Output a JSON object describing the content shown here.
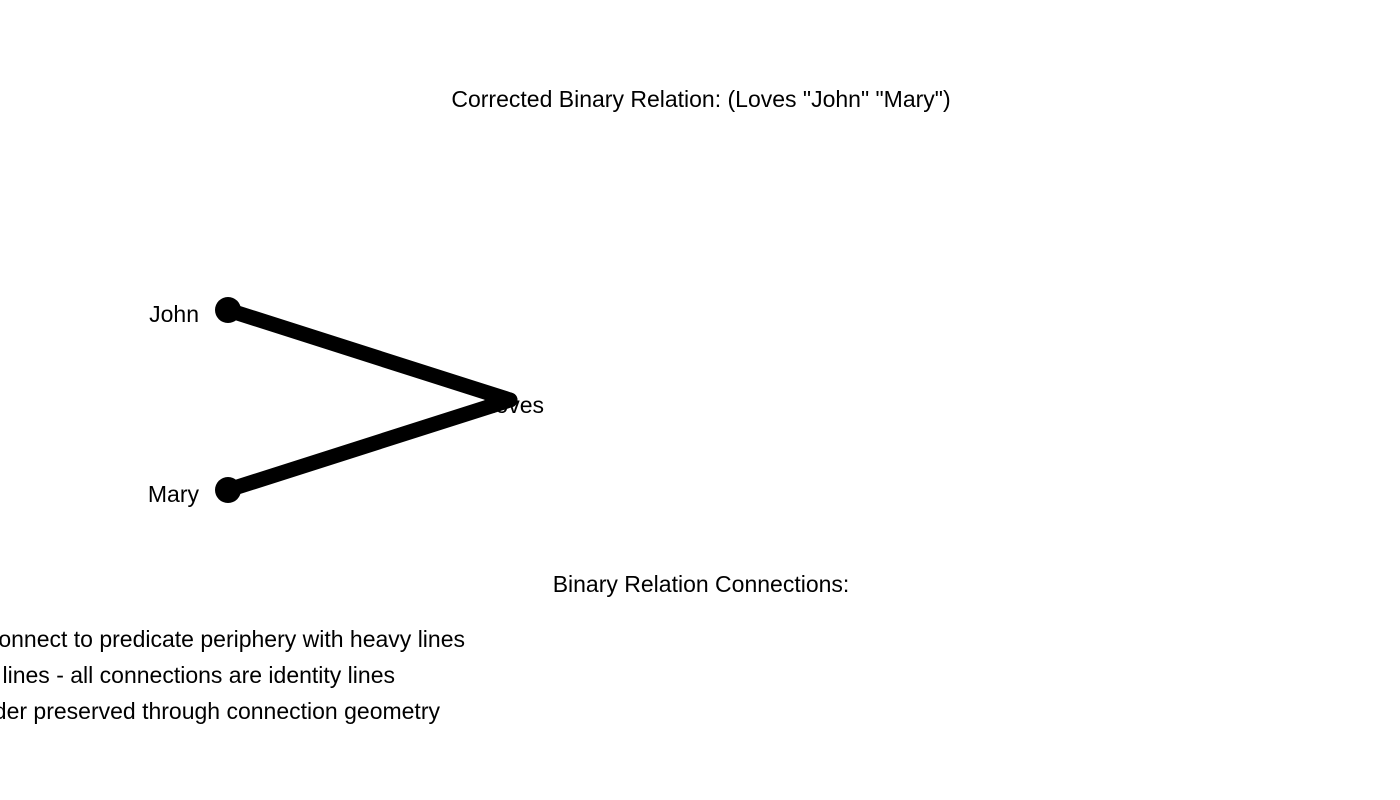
{
  "title": "Corrected Binary Relation: (Loves \"John\" \"Mary\")",
  "diagram": {
    "predicate": "Loves",
    "entities": [
      {
        "label": "John"
      },
      {
        "label": "Mary"
      }
    ]
  },
  "notes": {
    "heading": "Binary Relation Connections:",
    "lines": [
      "• Entities connect to predicate periphery with heavy lines",
      "• No separate lines - all connections are identity lines",
      "• Argument order preserved through connection geometry"
    ]
  },
  "colors": {
    "foreground": "#000000",
    "background": "#ffffff"
  }
}
